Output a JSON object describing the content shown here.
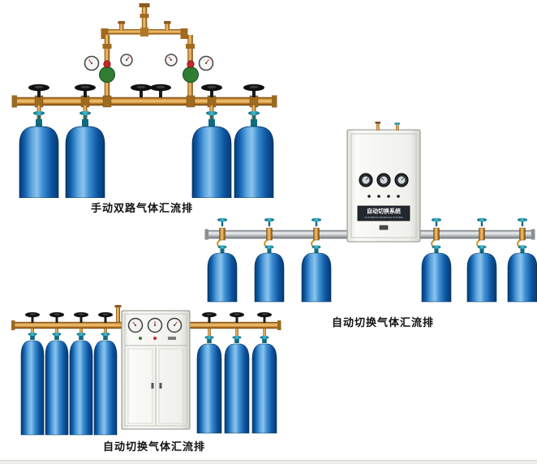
{
  "page": {
    "background": "#ffffff"
  },
  "captions": {
    "product1": "手动双路气体汇流排",
    "product2": "自动切换气体汇流排",
    "product3": "自动切换气体汇流排"
  },
  "cabinet_plate": {
    "title": "自动切换系统",
    "subtitle": "AUTOMATIC MANIFOLD SYSTEM"
  },
  "colors": {
    "cylinder_blue": "#1565ad",
    "brass": "#c8923a",
    "steel_pipe": "#c9cdd0",
    "teal_valve": "#2fa8bd",
    "regulator_green": "#2e7d33",
    "regulator_knob_red": "#c62828",
    "caption_text": "#111111",
    "cabinet_body": "#f3f3ef"
  }
}
